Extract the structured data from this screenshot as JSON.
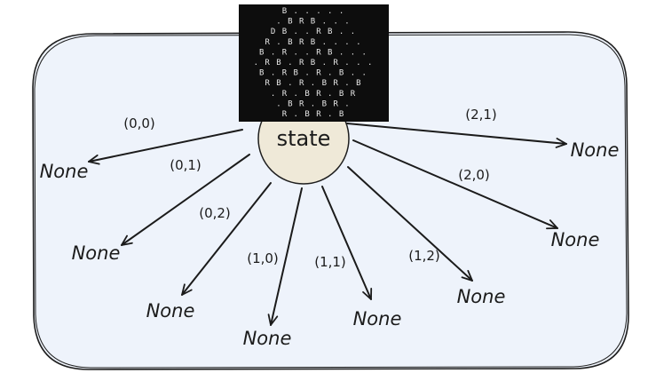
{
  "diagram": {
    "root_label": "state",
    "board_rows": [
      "B . . . . .",
      ". B R B . . .",
      "D B . . R B . .",
      "R . B R B . . . .",
      "B . R . . R B . . .",
      ". R B . R B . R . . .",
      "B . R B . R . B . .",
      "R B . R . B R . B",
      ". R . B R . B R",
      ". B R . B R .",
      "R . B R . B"
    ],
    "branches": [
      {
        "action": "(0,0)",
        "result": "None"
      },
      {
        "action": "(0,1)",
        "result": "None"
      },
      {
        "action": "(0,2)",
        "result": "None"
      },
      {
        "action": "(1,0)",
        "result": "None"
      },
      {
        "action": "(1,1)",
        "result": "None"
      },
      {
        "action": "(1,2)",
        "result": "None"
      },
      {
        "action": "(2,0)",
        "result": "None"
      },
      {
        "action": "(2,1)",
        "result": "None"
      }
    ],
    "colors": {
      "panel_fill": "#eef3fb",
      "panel_stroke": "#1e1e1e",
      "state_fill": "#efe9d8",
      "board_bg": "#0d0d0d",
      "ink": "#1b1b1b"
    }
  }
}
